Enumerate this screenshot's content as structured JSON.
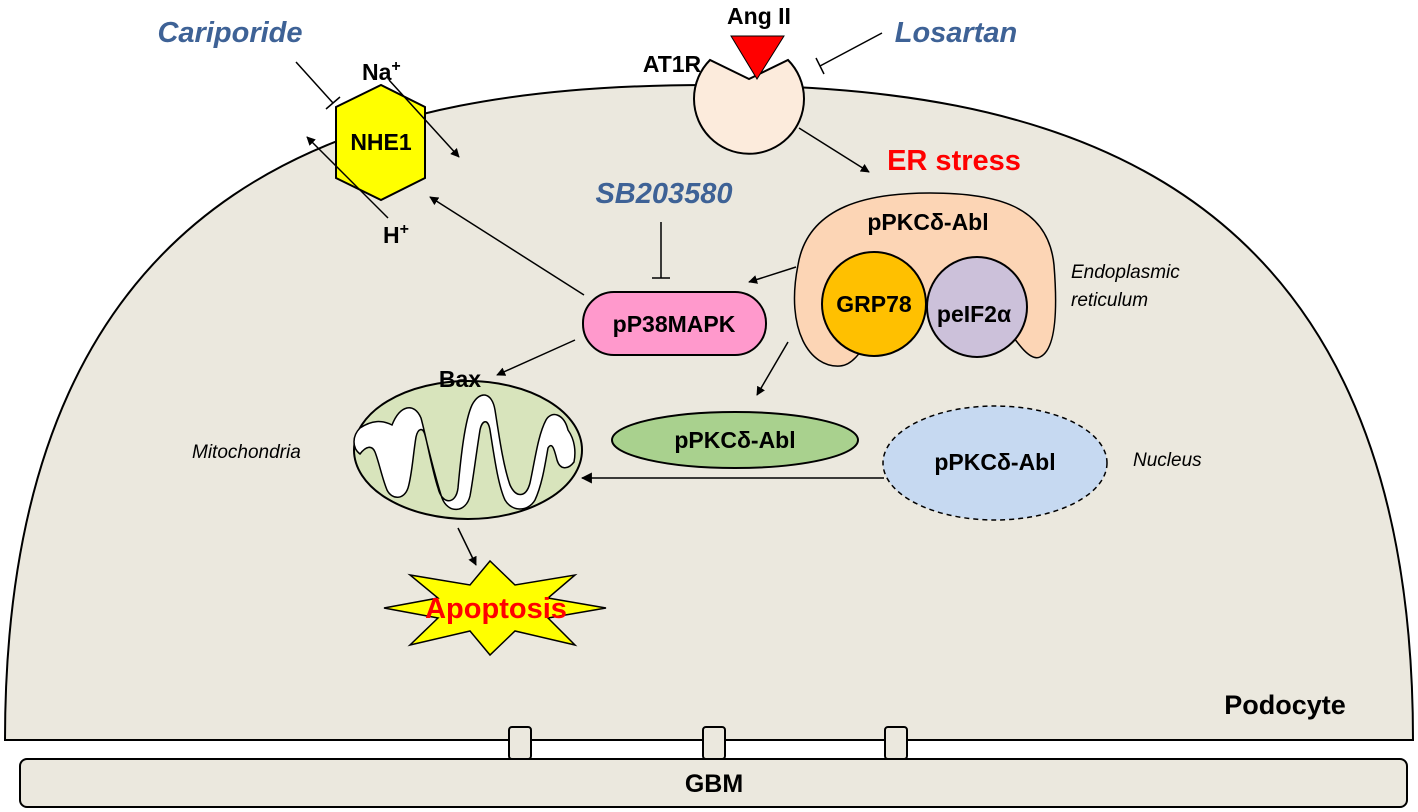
{
  "drugs": {
    "cariporide": "Cariporide",
    "losartan": "Losartan",
    "sb203580": "SB203580"
  },
  "ions": {
    "na": "Na",
    "h": "H",
    "plus": "+"
  },
  "molecules": {
    "ang2": "Ang II",
    "at1r": "AT1R",
    "nhe1": "NHE1",
    "er_stress": "ER stress",
    "pkc_abl_er": "pPKCδ-Abl",
    "grp78": "GRP78",
    "peif2a": "peIF2α",
    "p38": "pP38MAPK",
    "bax": "Bax",
    "pkc_abl_cyto": "pPKCδ-Abl",
    "pkc_abl_nuc": "pPKCδ-Abl",
    "apoptosis": "Apoptosis"
  },
  "organelles": {
    "er_line1": "Endoplasmic",
    "er_line2": "reticulum",
    "mito": "Mitochondria",
    "nucleus": "Nucleus"
  },
  "cell": {
    "name": "Podocyte",
    "gbm": "GBM"
  },
  "colors": {
    "cell_fill": "#ebe8de",
    "drug_text": "#3e6296",
    "alert_red": "#ff0000",
    "nhe1_yellow": "#ffff00",
    "er_orange": "#fcd5b5",
    "grp78": "#ffc000",
    "peif2a": "#ccc1da",
    "p38_pink": "#ff99cc",
    "cyto_green": "#a9d18e",
    "nucleus_blue": "#c6d9f1",
    "mito_green": "#d8e4bc"
  }
}
